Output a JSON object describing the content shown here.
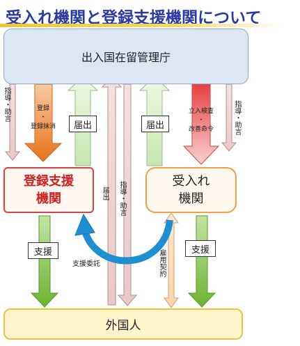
{
  "title": "受入れ機関と登録支援機関について",
  "boxes": {
    "immigration_agency": "出入国在留管理庁",
    "registered_support_org": "登録支援\n機関",
    "receiving_org": "受入れ\n機関",
    "foreign_national": "外国人"
  },
  "arrows": {
    "registration": "登録\n・\n登録抹消",
    "notification_left": "届出",
    "notification_right": "届出",
    "inspection": "立入検査\n・\n改善命令",
    "guidance_left": "指導・助言",
    "guidance_right": "指導・助言",
    "guidance_center": "指導・助言",
    "notification_center": "届出",
    "support_left": "支援",
    "support_right": "支援",
    "support_delegation": "支援委託",
    "employment_contract": "雇用契約"
  },
  "colors": {
    "title": "#2a3aa0",
    "support_org_border": "#e04040",
    "receiving_org_border": "#f2a040",
    "registration_arrow": "#e8731a",
    "inspection_arrow": "#ef8e8e",
    "notification_arrow": "#dbf0cc",
    "support_arrow": "#7cbd3c",
    "delegation_arrow": "#1e8fd0",
    "guidance_arrow": "#f4dddd"
  }
}
